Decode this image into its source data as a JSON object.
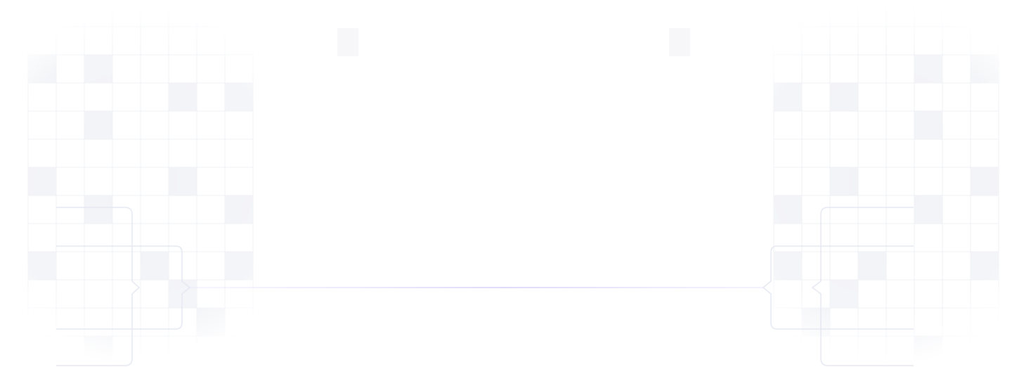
{
  "colors": {
    "background": "#ffffff",
    "grid_line": "#eef0f5",
    "grid_cell": "#f2f3f7",
    "bracket_line": "#e6e8f2",
    "center_line": "#d7d2fb"
  },
  "decor": {
    "grid_left": {
      "cols": 8,
      "rows": 13,
      "filled_cells": [
        [
          0,
          2
        ],
        [
          2,
          2
        ],
        [
          5,
          3
        ],
        [
          7,
          3
        ],
        [
          2,
          4
        ],
        [
          0,
          6
        ],
        [
          5,
          6
        ],
        [
          2,
          7
        ],
        [
          7,
          7
        ],
        [
          0,
          9
        ],
        [
          4,
          9
        ],
        [
          7,
          9
        ],
        [
          5,
          10
        ],
        [
          6,
          11
        ],
        [
          2,
          12
        ]
      ]
    },
    "grid_right": {
      "cols": 8,
      "rows": 13,
      "filled_cells": [
        [
          5,
          2
        ],
        [
          7,
          2
        ],
        [
          0,
          3
        ],
        [
          2,
          3
        ],
        [
          5,
          4
        ],
        [
          2,
          6
        ],
        [
          7,
          6
        ],
        [
          0,
          7
        ],
        [
          5,
          7
        ],
        [
          0,
          9
        ],
        [
          3,
          9
        ],
        [
          7,
          9
        ],
        [
          2,
          10
        ],
        [
          1,
          11
        ],
        [
          5,
          12
        ]
      ]
    },
    "floating_cells": [
      [
        480,
        40
      ],
      [
        952,
        40
      ]
    ]
  }
}
